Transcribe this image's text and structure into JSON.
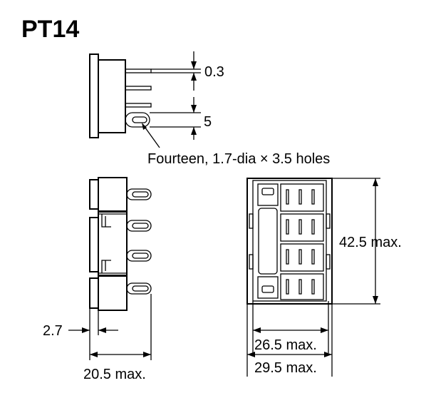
{
  "title": "PT14",
  "labels": {
    "dim_pin_thickness": "0.3",
    "dim_pin_pitch": "5",
    "holes_note": "Fourteen, 1.7-dia × 3.5 holes",
    "dim_height": "42.5 max.",
    "dim_inner_width": "26.5 max.",
    "dim_outer_width": "29.5 max.",
    "dim_offset": "2.7",
    "dim_depth": "20.5 max."
  }
}
